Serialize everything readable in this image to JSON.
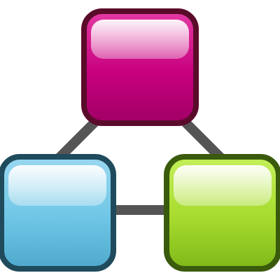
{
  "diagram": {
    "kind": "network-hierarchy-icon",
    "nodes": [
      {
        "id": "top",
        "color": "#c8007e",
        "border": "#5a0b2a"
      },
      {
        "id": "bottom-left",
        "color": "#6ec6e6",
        "border": "#1f4b5c"
      },
      {
        "id": "bottom-right",
        "color": "#a6db2d",
        "border": "#3a5a0c"
      }
    ],
    "connectors": [
      {
        "from": "top",
        "to": "bottom-left"
      },
      {
        "from": "top",
        "to": "bottom-right"
      },
      {
        "from": "bottom-left",
        "to": "bottom-right"
      }
    ],
    "connector_color": "#555555"
  }
}
